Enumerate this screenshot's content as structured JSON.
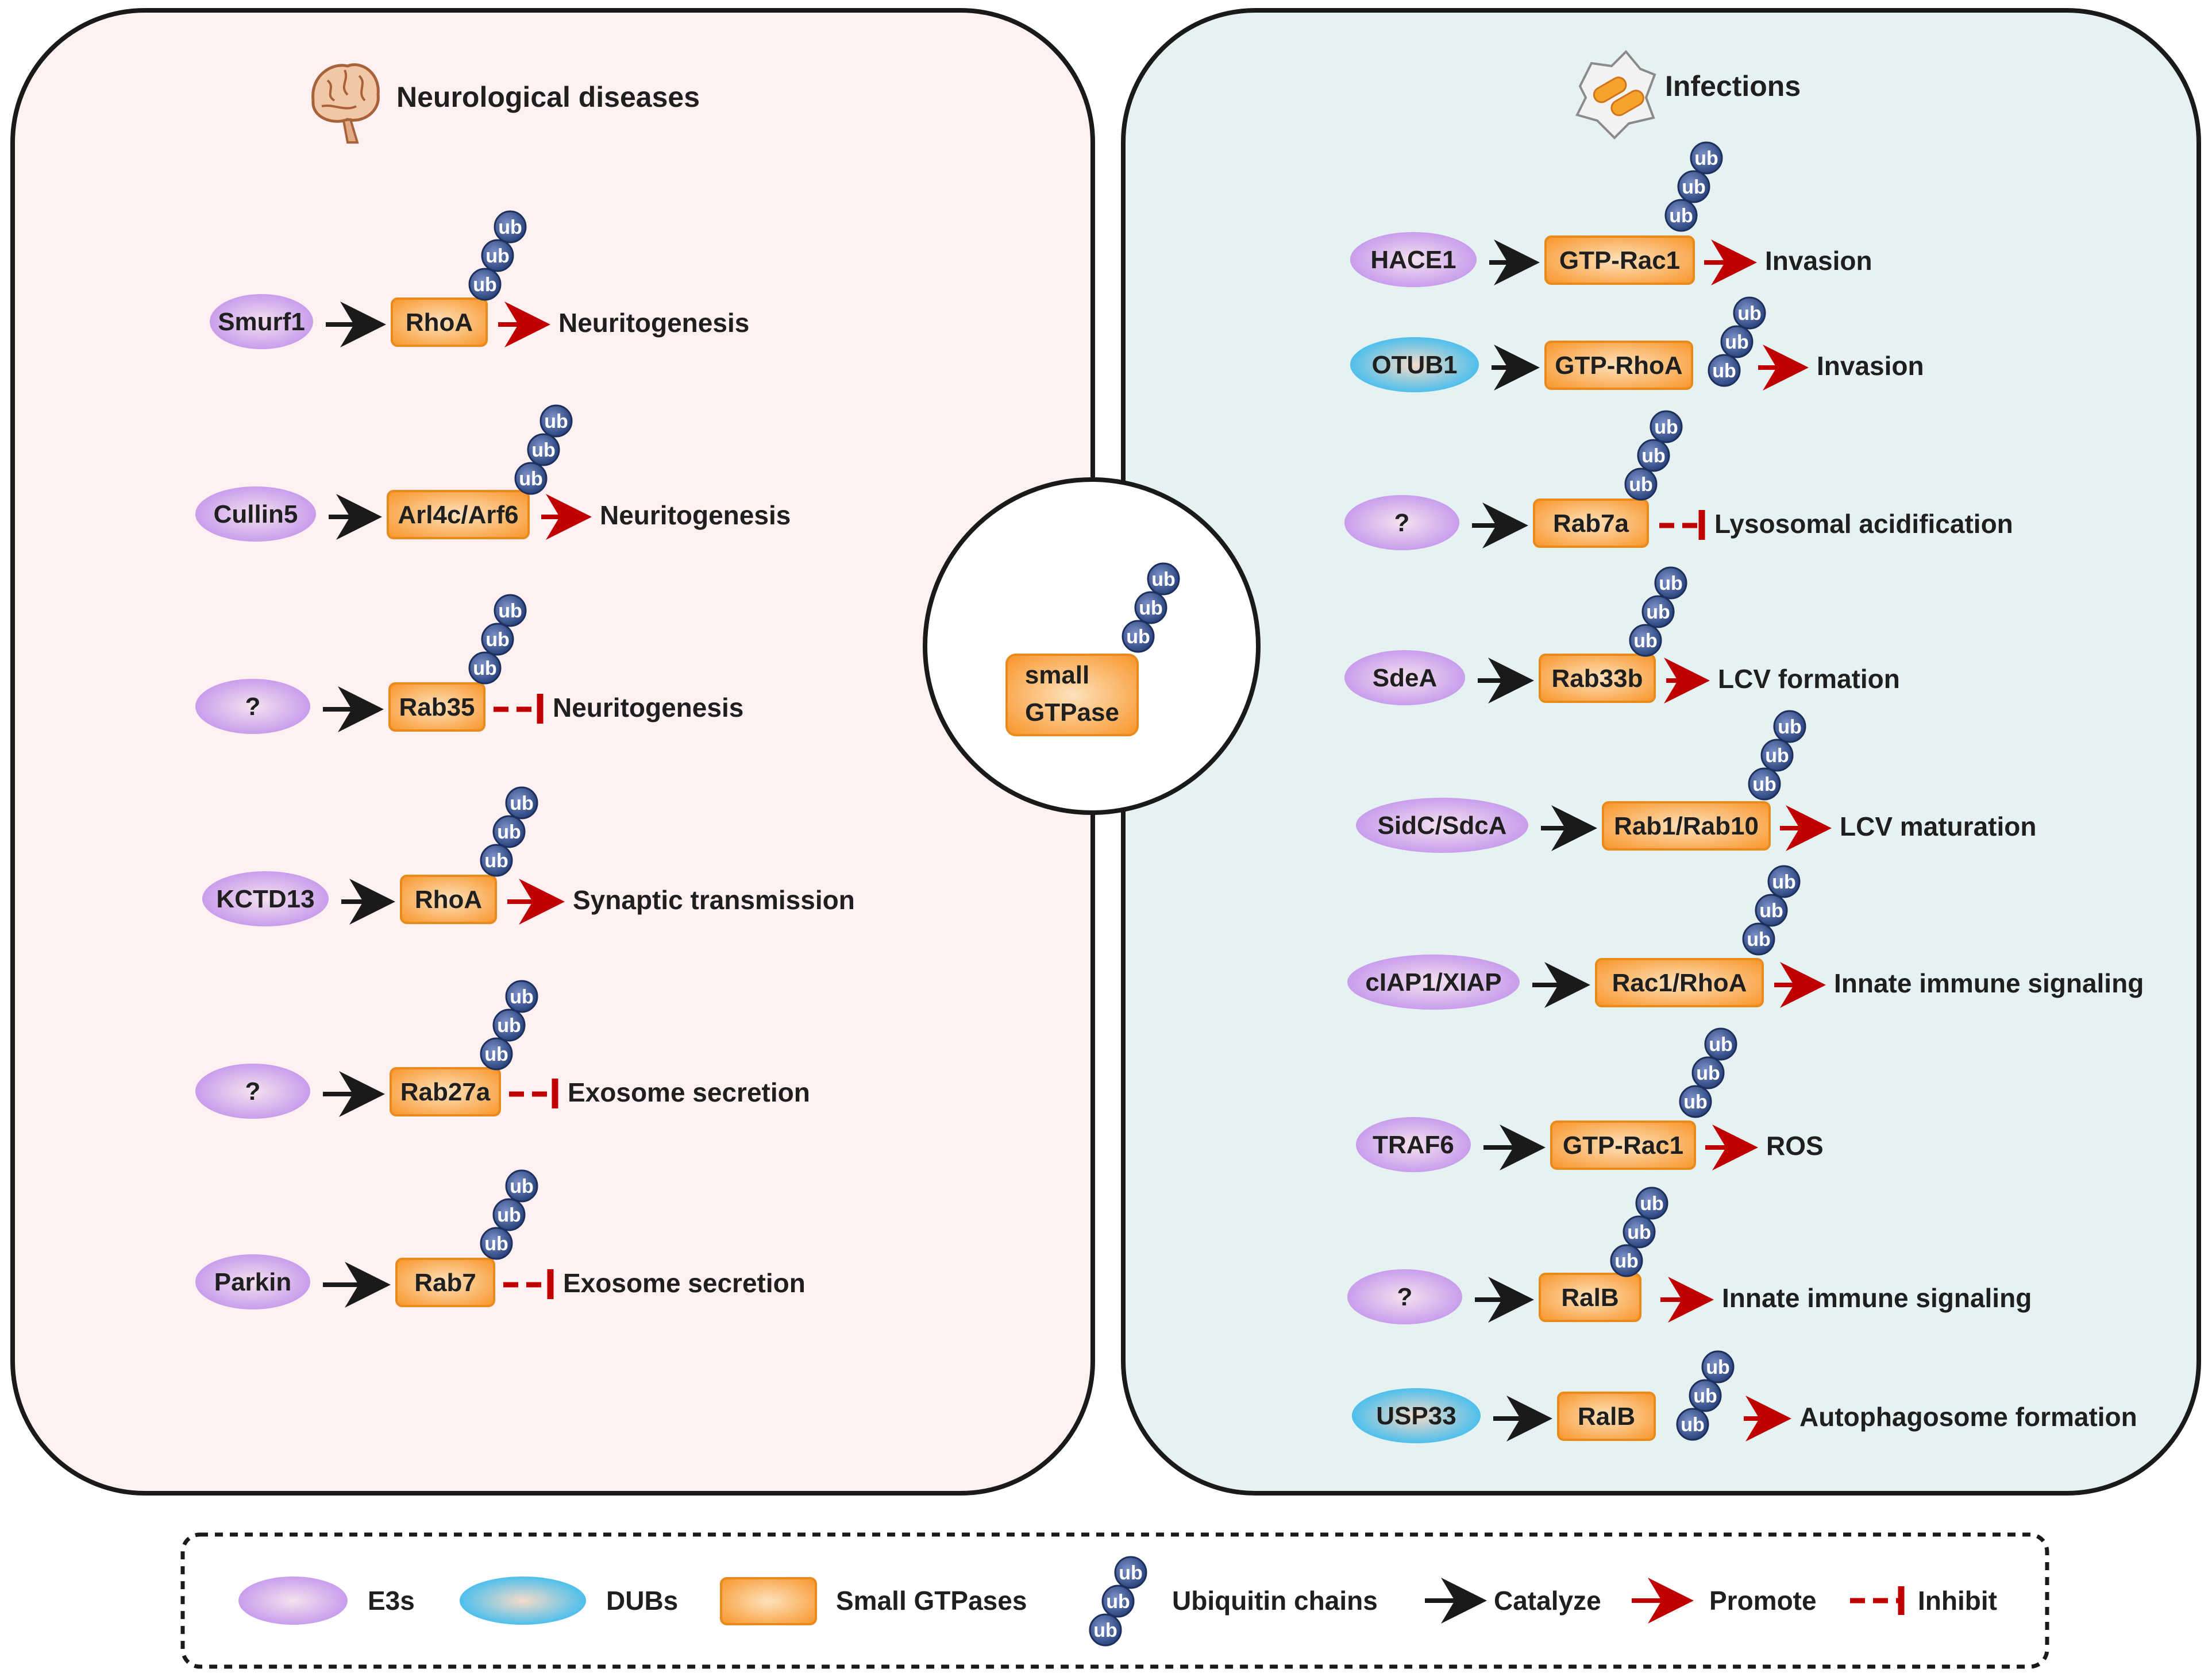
{
  "colors": {
    "left_panel_fill": "#fff0f2",
    "right_panel_fill": "#e6f2f1",
    "e3_fill": "#cc9ef0",
    "dub_fill": "#5cc6f0",
    "gtpase_fill": "#fba94e",
    "ub_fill": "#3d5a9c",
    "catalyze": "#1a1a1a",
    "promote": "#c00000",
    "inhibit": "#c00000"
  },
  "center": {
    "line1": "small",
    "line2": "GTPase",
    "ub": "ub"
  },
  "left": {
    "title": "Neurological diseases",
    "icon": "brain-icon",
    "rows": [
      {
        "enzyme": "Smurf1",
        "enzyme_type": "E3",
        "gtpase": "RhoA",
        "effect_type": "promote",
        "effect": "Neuritogenesis"
      },
      {
        "enzyme": "Cullin5",
        "enzyme_type": "E3",
        "gtpase": "Arl4c/Arf6",
        "effect_type": "promote",
        "effect": "Neuritogenesis"
      },
      {
        "enzyme": "?",
        "enzyme_type": "E3",
        "gtpase": "Rab35",
        "effect_type": "inhibit",
        "effect": "Neuritogenesis"
      },
      {
        "enzyme": "KCTD13",
        "enzyme_type": "E3",
        "gtpase": "RhoA",
        "effect_type": "promote",
        "effect": "Synaptic transmission"
      },
      {
        "enzyme": "?",
        "enzyme_type": "E3",
        "gtpase": "Rab27a",
        "effect_type": "inhibit",
        "effect": "Exosome secretion"
      },
      {
        "enzyme": "Parkin",
        "enzyme_type": "E3",
        "gtpase": "Rab7",
        "effect_type": "inhibit",
        "effect": "Exosome secretion"
      }
    ]
  },
  "right": {
    "title": "Infections",
    "icon": "infected-cell-icon",
    "rows": [
      {
        "enzyme": "HACE1",
        "enzyme_type": "E3",
        "gtpase": "GTP-Rac1",
        "effect_type": "promote",
        "effect": "Invasion"
      },
      {
        "enzyme": "OTUB1",
        "enzyme_type": "DUB",
        "gtpase": "GTP-RhoA",
        "effect_type": "promote",
        "effect": "Invasion"
      },
      {
        "enzyme": "?",
        "enzyme_type": "E3",
        "gtpase": "Rab7a",
        "effect_type": "inhibit",
        "effect": "Lysosomal  acidification"
      },
      {
        "enzyme": "SdeA",
        "enzyme_type": "E3",
        "gtpase": "Rab33b",
        "effect_type": "promote",
        "effect": "LCV formation"
      },
      {
        "enzyme": "SidC/SdcA",
        "enzyme_type": "E3",
        "gtpase": "Rab1/Rab10",
        "effect_type": "promote",
        "effect": "LCV maturation"
      },
      {
        "enzyme": "cIAP1/XIAP",
        "enzyme_type": "E3",
        "gtpase": "Rac1/RhoA",
        "effect_type": "promote",
        "effect": "Innate immune signaling"
      },
      {
        "enzyme": "TRAF6",
        "enzyme_type": "E3",
        "gtpase": "GTP-Rac1",
        "effect_type": "promote",
        "effect": "ROS"
      },
      {
        "enzyme": "?",
        "enzyme_type": "E3",
        "gtpase": "RalB",
        "effect_type": "promote",
        "effect": "Innate immune signaling"
      },
      {
        "enzyme": "USP33",
        "enzyme_type": "DUB",
        "gtpase": "RalB",
        "effect_type": "promote",
        "effect": "Autophagosome  formation"
      }
    ]
  },
  "legend": {
    "e3": "E3s",
    "dubs": "DUBs",
    "gtpases": "Small GTPases",
    "ub_chains": "Ubiquitin chains",
    "catalyze": "Catalyze",
    "promote": "Promote",
    "inhibit": "Inhibit"
  }
}
